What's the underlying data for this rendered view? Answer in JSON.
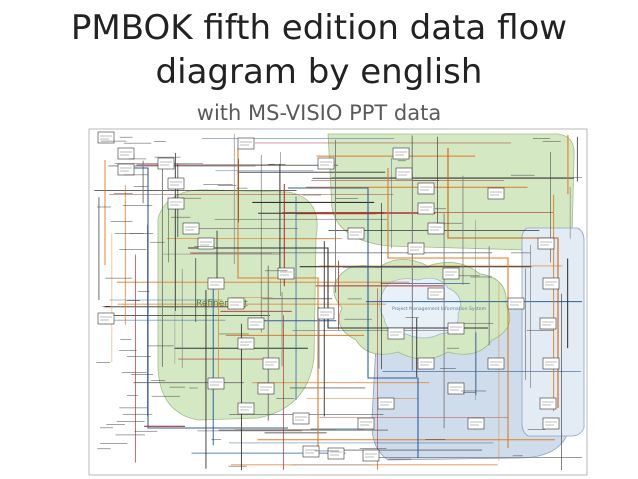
{
  "slide": {
    "title_line1": "PMBOK fifth edition data flow",
    "title_line2": "diagram by english",
    "subtitle": "with MS-VISIO PPT data"
  },
  "diagram": {
    "region_labels": {
      "green": "Refinement",
      "center": "Project Management Information System"
    },
    "colors": {
      "green_region": "#d5e8c4",
      "blue_region": "#cfdcec",
      "orange_flow": "#e07b24",
      "blue_flow": "#2f5f9e",
      "dark_flow": "#333333",
      "process_box": "#ffffff"
    }
  }
}
